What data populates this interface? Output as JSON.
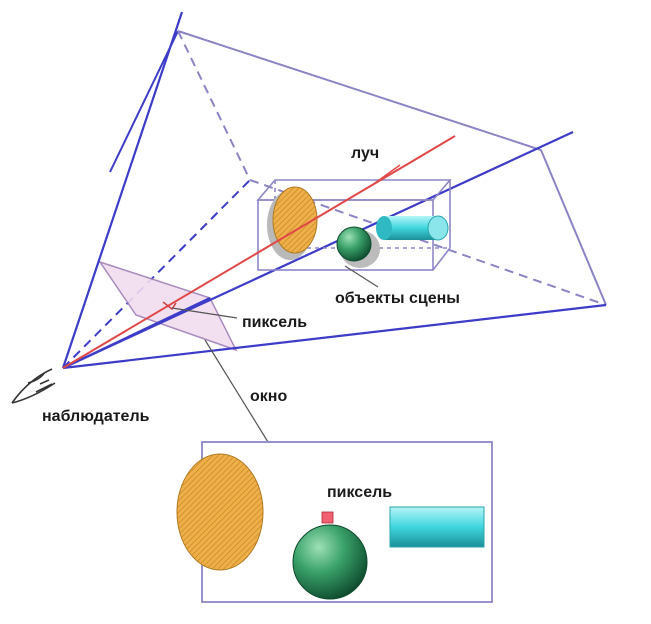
{
  "labels": {
    "ray": "луч",
    "scene_objects": "объекты сцены",
    "pixel": "пиксель",
    "window": "окно",
    "observer": "наблюдатель",
    "pixel_inset": "пиксель"
  },
  "colors": {
    "frustum_line": "#3c3cc8",
    "frustum_edge_light": "#8a84c4",
    "ray": "#e04848",
    "window_plane": "#f1dcef",
    "ellipsoid": "#e8a73a",
    "sphere": "#2f9a62",
    "cylinder": "#35d4dc",
    "pixel_square": "#f06070",
    "frame": "#8c87c6",
    "leader": "#555555"
  },
  "icons": {
    "observer": "eye-icon"
  }
}
